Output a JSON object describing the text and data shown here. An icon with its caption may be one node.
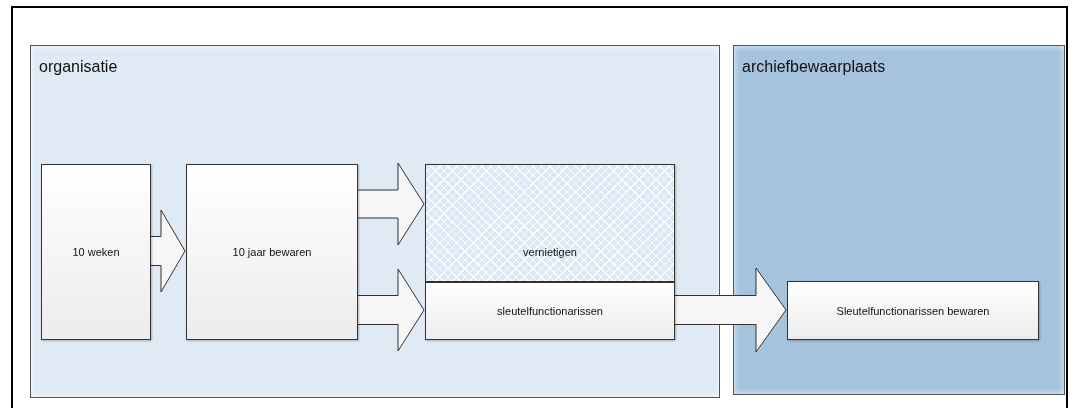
{
  "diagram": {
    "nodes": [
      {
        "text": [
          "organisatie"
        ]
      },
      {
        "text": [
          "archiefbewaarplaats"
        ]
      },
      {
        "text": [
          "10 weken"
        ],
        "in": 0
      },
      {
        "text": [
          "10 jaar bewaren"
        ],
        "in": 0
      },
      {
        "text": [
          "vernietigen"
        ],
        "in": 0
      },
      {
        "text": [
          "sleutelfunctionarissen"
        ],
        "in": 0
      },
      {
        "text": [
          "Sleutelfunctionarissen bewaren"
        ],
        "in": 1
      }
    ],
    "edges": [
      {
        "from": 2,
        "to": 3,
        "arrow": "to"
      },
      {
        "from": 3,
        "to": 4,
        "arrow": "to"
      },
      {
        "from": 3,
        "to": 5,
        "arrow": "to"
      },
      {
        "from": 5,
        "to": 6,
        "arrow": "to"
      }
    ]
  }
}
